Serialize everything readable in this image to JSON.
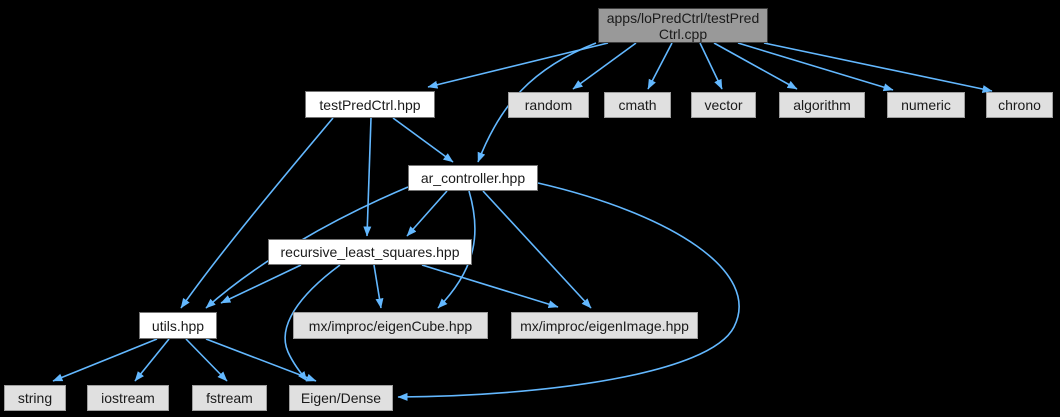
{
  "diagram": {
    "type": "include-dependency-graph",
    "colors": {
      "background": "#000000",
      "edge": "#63b8ff",
      "focus_node_fill": "#999999",
      "linked_node_fill": "#ffffff",
      "leaf_node_fill": "#e0e0e0"
    },
    "nodes": {
      "root": {
        "label": "apps/loPredCtrl/testPred\nCtrl.cpp"
      },
      "testpredctrl": {
        "label": "testPredCtrl.hpp"
      },
      "random": {
        "label": "random"
      },
      "cmath": {
        "label": "cmath"
      },
      "vector": {
        "label": "vector"
      },
      "algorithm": {
        "label": "algorithm"
      },
      "numeric": {
        "label": "numeric"
      },
      "chrono": {
        "label": "chrono"
      },
      "ar_controller": {
        "label": "ar_controller.hpp"
      },
      "rls": {
        "label": "recursive_least_squares.hpp"
      },
      "utils": {
        "label": "utils.hpp"
      },
      "eigencube": {
        "label": "mx/improc/eigenCube.hpp"
      },
      "eigenimage": {
        "label": "mx/improc/eigenImage.hpp"
      },
      "string": {
        "label": "string"
      },
      "iostream": {
        "label": "iostream"
      },
      "fstream": {
        "label": "fstream"
      },
      "eigendense": {
        "label": "Eigen/Dense"
      }
    },
    "edges": [
      {
        "from": "apps/loPredCtrl/testPredCtrl.cpp",
        "to": "testPredCtrl.hpp"
      },
      {
        "from": "apps/loPredCtrl/testPredCtrl.cpp",
        "to": "random"
      },
      {
        "from": "apps/loPredCtrl/testPredCtrl.cpp",
        "to": "cmath"
      },
      {
        "from": "apps/loPredCtrl/testPredCtrl.cpp",
        "to": "vector"
      },
      {
        "from": "apps/loPredCtrl/testPredCtrl.cpp",
        "to": "algorithm"
      },
      {
        "from": "apps/loPredCtrl/testPredCtrl.cpp",
        "to": "numeric"
      },
      {
        "from": "apps/loPredCtrl/testPredCtrl.cpp",
        "to": "chrono"
      },
      {
        "from": "apps/loPredCtrl/testPredCtrl.cpp",
        "to": "ar_controller.hpp"
      },
      {
        "from": "testPredCtrl.hpp",
        "to": "ar_controller.hpp"
      },
      {
        "from": "testPredCtrl.hpp",
        "to": "recursive_least_squares.hpp"
      },
      {
        "from": "testPredCtrl.hpp",
        "to": "utils.hpp"
      },
      {
        "from": "ar_controller.hpp",
        "to": "recursive_least_squares.hpp"
      },
      {
        "from": "ar_controller.hpp",
        "to": "utils.hpp"
      },
      {
        "from": "ar_controller.hpp",
        "to": "mx/improc/eigenCube.hpp"
      },
      {
        "from": "ar_controller.hpp",
        "to": "mx/improc/eigenImage.hpp"
      },
      {
        "from": "ar_controller.hpp",
        "to": "Eigen/Dense"
      },
      {
        "from": "recursive_least_squares.hpp",
        "to": "utils.hpp"
      },
      {
        "from": "recursive_least_squares.hpp",
        "to": "mx/improc/eigenCube.hpp"
      },
      {
        "from": "recursive_least_squares.hpp",
        "to": "mx/improc/eigenImage.hpp"
      },
      {
        "from": "recursive_least_squares.hpp",
        "to": "Eigen/Dense"
      },
      {
        "from": "utils.hpp",
        "to": "string"
      },
      {
        "from": "utils.hpp",
        "to": "iostream"
      },
      {
        "from": "utils.hpp",
        "to": "fstream"
      },
      {
        "from": "utils.hpp",
        "to": "Eigen/Dense"
      }
    ]
  }
}
